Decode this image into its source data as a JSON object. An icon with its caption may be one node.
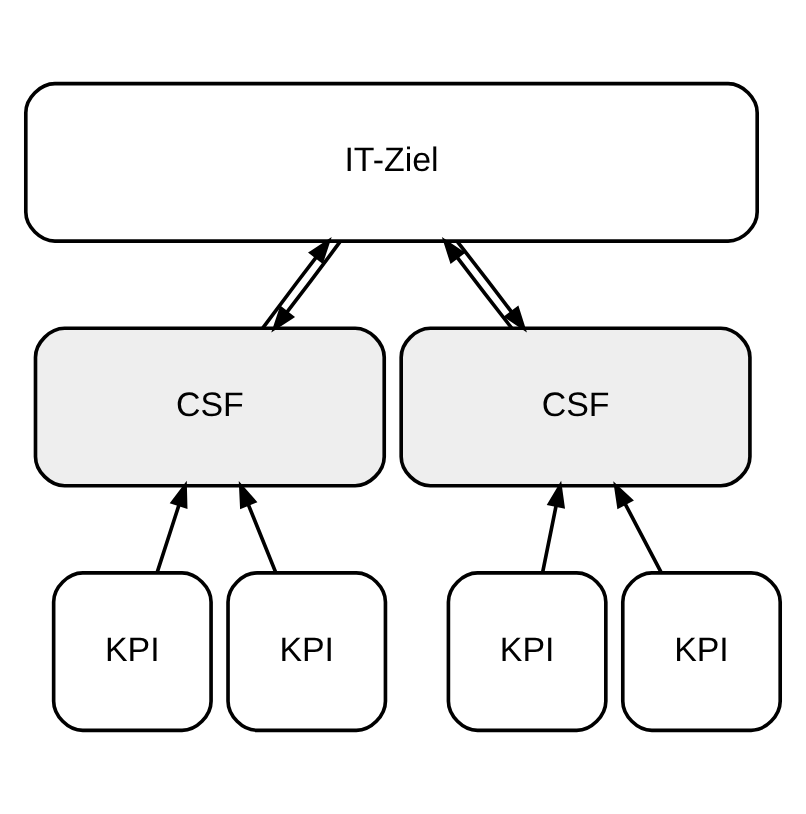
{
  "diagram": {
    "nodes": [
      {
        "text": [
          "IT-Ziel"
        ]
      },
      {
        "text": [
          "CSF"
        ]
      },
      {
        "text": [
          "CSF"
        ]
      },
      {
        "text": [
          "KPI"
        ]
      },
      {
        "text": [
          "KPI"
        ]
      },
      {
        "text": [
          "KPI"
        ]
      },
      {
        "text": [
          "KPI"
        ]
      }
    ],
    "edges": [
      {
        "from": 1,
        "to": 0,
        "arrow": "to"
      },
      {
        "from": 0,
        "to": 1,
        "arrow": "to"
      },
      {
        "from": 2,
        "to": 0,
        "arrow": "to"
      },
      {
        "from": 0,
        "to": 2,
        "arrow": "to"
      },
      {
        "from": 3,
        "to": 1,
        "arrow": "to"
      },
      {
        "from": 4,
        "to": 1,
        "arrow": "to"
      },
      {
        "from": 5,
        "to": 2,
        "arrow": "to"
      },
      {
        "from": 6,
        "to": 2,
        "arrow": "to"
      }
    ]
  }
}
